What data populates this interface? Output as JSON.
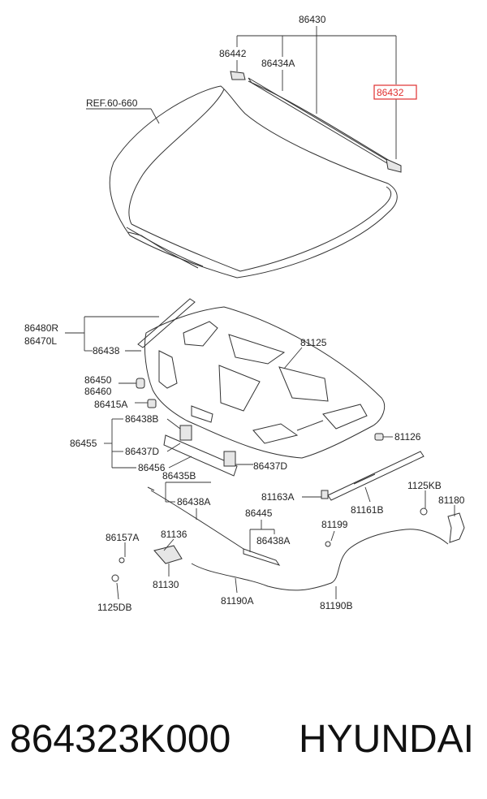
{
  "labels": {
    "assembly": "86430",
    "p86442": "86442",
    "p86434A": "86434A",
    "p86432": "86432",
    "ref": "REF.60-660",
    "p86480R": "86480R",
    "p86470L": "86470L",
    "p86438": "86438",
    "p81125": "81125",
    "p86450": "86450",
    "p86460": "86460",
    "p86415A": "86415A",
    "p86438B": "86438B",
    "p86455": "86455",
    "p86437D_a": "86437D",
    "p86456": "86456",
    "p86437D_b": "86437D",
    "p81126": "81126",
    "p86435B": "86435B",
    "p86438A_a": "86438A",
    "p81163A": "81163A",
    "p1125KB": "1125KB",
    "p81180": "81180",
    "p81161B": "81161B",
    "p86445": "86445",
    "p86438A_b": "86438A",
    "p81199": "81199",
    "p86157A": "86157A",
    "p81136": "81136",
    "p81130": "81130",
    "p1125DB": "1125DB",
    "p81190A": "81190A",
    "p81190B": "81190B"
  },
  "highlight_color": "#e03030",
  "footer": {
    "part_number": "864323K000",
    "brand": "HYUNDAI"
  }
}
